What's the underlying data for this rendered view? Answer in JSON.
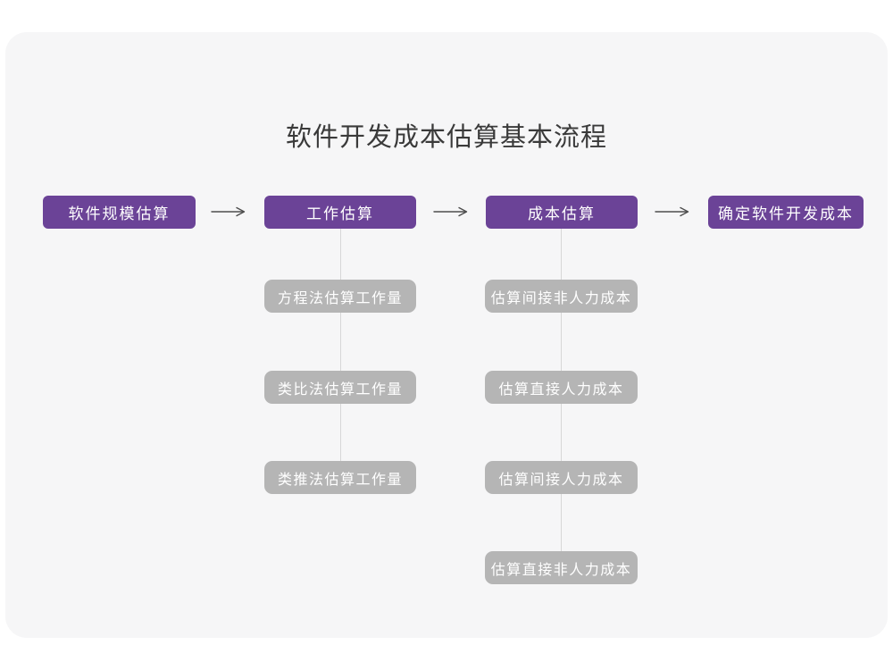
{
  "title": "软件开发成本估算基本流程",
  "flow": {
    "stages": [
      {
        "label": "软件规模估算"
      },
      {
        "label": "工作估算"
      },
      {
        "label": "成本估算"
      },
      {
        "label": "确定软件开发成本"
      }
    ],
    "work_methods": [
      {
        "label": "方程法估算工作量"
      },
      {
        "label": "类比法估算工作量"
      },
      {
        "label": "类推法估算工作量"
      }
    ],
    "cost_methods": [
      {
        "label": "估算间接非人力成本"
      },
      {
        "label": "估算直接人力成本"
      },
      {
        "label": "估算间接人力成本"
      },
      {
        "label": "估算直接非人力成本"
      }
    ]
  },
  "colors": {
    "canvas": "#f6f6f7",
    "stage_fill": "#6b4397",
    "method_fill": "#b5b5b5",
    "connector": "#d7d7d7",
    "arrow": "#4d4d4d",
    "title_text": "#3a3a3a",
    "box_text": "#ffffff",
    "page_bg": "#ffffff"
  }
}
